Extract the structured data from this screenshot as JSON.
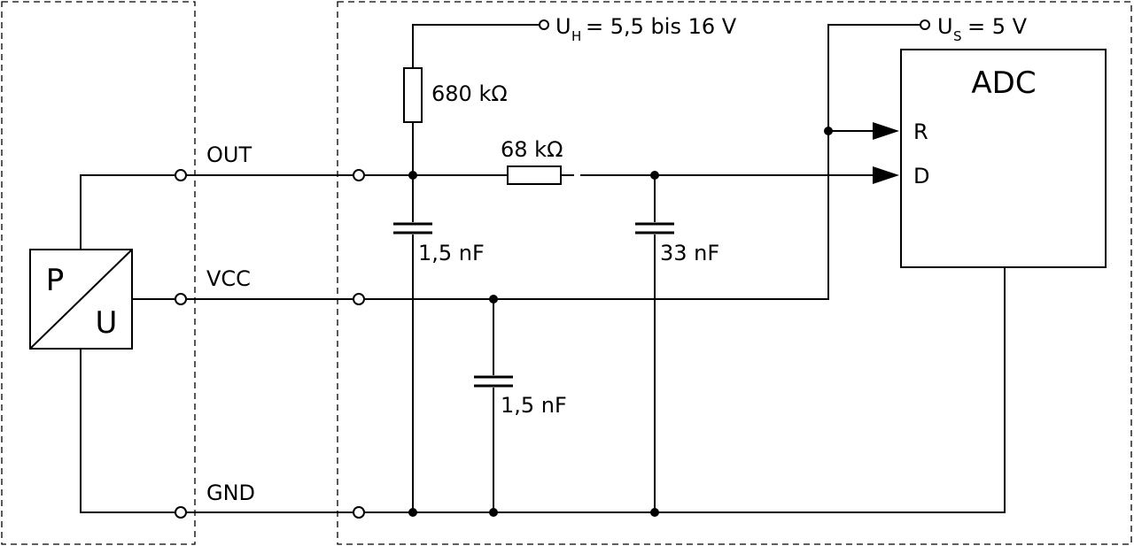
{
  "sensor": {
    "input_symbol": "P",
    "output_symbol": "U"
  },
  "pins": {
    "out": "OUT",
    "vcc": "VCC",
    "gnd": "GND"
  },
  "supply_heater": {
    "symbol": "U",
    "subscript": "H",
    "value": "= 5,5 bis 16 V"
  },
  "supply_sensor": {
    "symbol": "U",
    "subscript": "S",
    "value": "= 5 V"
  },
  "components": {
    "r_pullup": "680 kΩ",
    "r_series": "68 kΩ",
    "c_out": "1,5 nF",
    "c_filter": "33 nF",
    "c_vcc": "1,5 nF"
  },
  "adc": {
    "title": "ADC",
    "ref_pin": "R",
    "data_pin": "D"
  }
}
